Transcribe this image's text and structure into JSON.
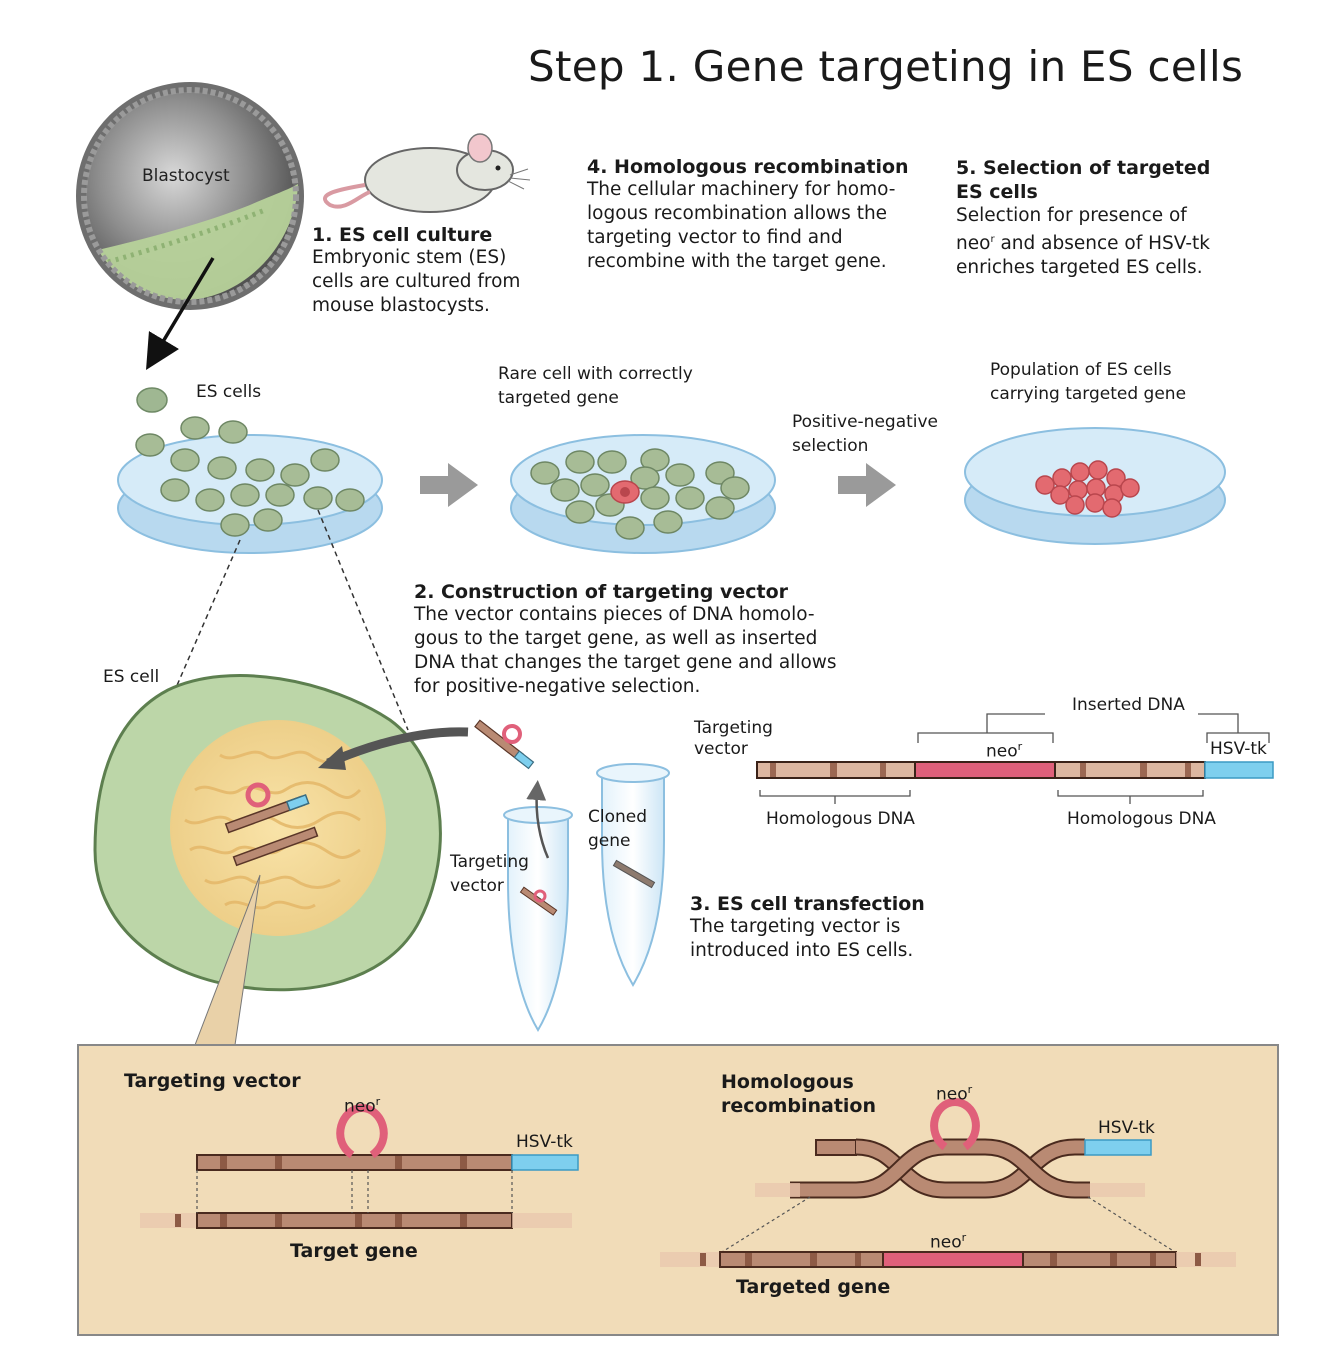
{
  "title": "Step 1. Gene targeting in ES cells",
  "labels": {
    "blastocyst": "Blastocyst",
    "es_cells": "ES cells",
    "es_cell": "ES cell",
    "rare_cell": [
      "Rare cell with correctly",
      "targeted gene"
    ],
    "population": [
      "Population of ES cells",
      "carrying targeted gene"
    ],
    "positive_negative": [
      "Positive-negative",
      "selection"
    ],
    "cloned_gene": [
      "Cloned",
      "gene"
    ],
    "targeting_vector_tube": [
      "Targeting",
      "vector"
    ],
    "targeting_vector_map": [
      "Targeting",
      "vector"
    ],
    "inserted_dna": "Inserted DNA",
    "neo": "neo",
    "neo_sup": "r",
    "hsv_tk": "HSV-tk",
    "homologous_dna": "Homologous DNA"
  },
  "steps": {
    "step1": {
      "heading": "1. ES cell culture",
      "lines": [
        "Embryonic stem (ES)",
        "cells are cultured from",
        "mouse blastocysts."
      ]
    },
    "step2": {
      "heading": "2. Construction of targeting vector",
      "lines": [
        "The vector contains pieces of DNA homolo-",
        "gous to the target gene, as well as inserted",
        "DNA that changes the target gene and allows",
        "for positive-negative selection."
      ]
    },
    "step3": {
      "heading": "3. ES cell transfection",
      "lines": [
        "The targeting vector is",
        "introduced into ES cells."
      ]
    },
    "step4": {
      "heading": "4. Homologous recombination",
      "lines": [
        "The cellular machinery for homo-",
        "logous recombination allows the",
        "targeting vector to find and",
        "recombine with the target gene."
      ]
    },
    "step5": {
      "heading": [
        "5. Selection of targeted",
        "ES cells"
      ],
      "lines": [
        "Selection for presence of",
        "neo",
        "r",
        "and absence of HSV-tk",
        "enriches targeted ES cells."
      ]
    }
  },
  "inset": {
    "targeting_vector": "Targeting vector",
    "target_gene": "Target gene",
    "homologous_recombination": [
      "Homologous",
      "recombination"
    ],
    "targeted_gene": "Targeted gene"
  },
  "colors": {
    "dna": "#b98a73",
    "dna_band": "#8d5a45",
    "neo": "#e0607a",
    "hsv": "#7ecfee",
    "dish": "#cfe7f7",
    "es_cell_green": "#9fb792",
    "targeted_cell_red": "#e36a70",
    "inset_bg": "#f1dcb8",
    "arrow_gray": "#9a9a9a"
  }
}
